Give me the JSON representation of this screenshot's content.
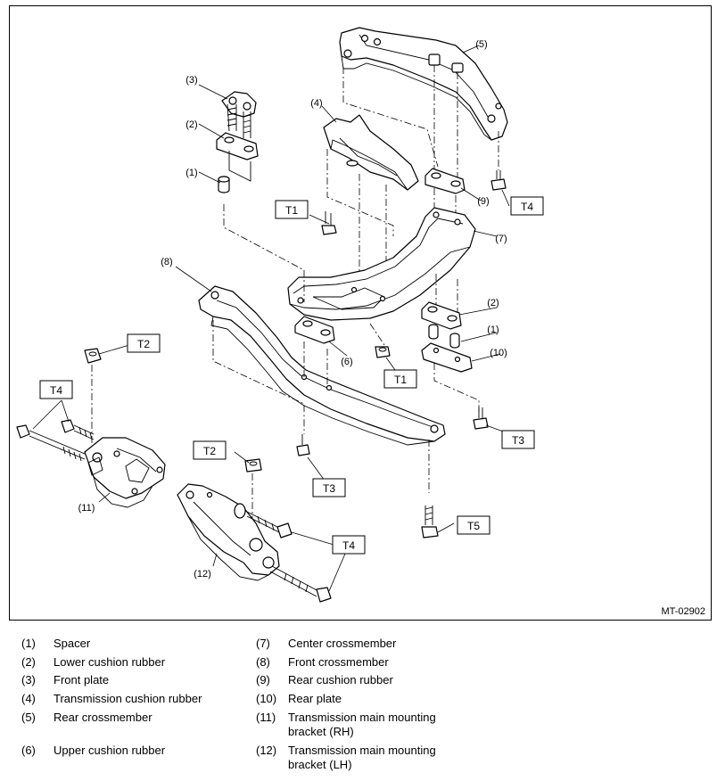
{
  "callouts": {
    "c1a": "(1)",
    "c1b": "(1)",
    "c2a": "(2)",
    "c2b": "(2)",
    "c3": "(3)",
    "c4": "(4)",
    "c5": "(5)",
    "c6": "(6)",
    "c7": "(7)",
    "c8": "(8)",
    "c9": "(9)",
    "c10": "(10)",
    "c11": "(11)",
    "c12": "(12)"
  },
  "torque_tags": {
    "t1a": "T1",
    "t1b": "T1",
    "t2a": "T2",
    "t2b": "T2",
    "t3a": "T3",
    "t3b": "T3",
    "t4a": "T4",
    "t4b": "T4",
    "t4c": "T4",
    "t5": "T5"
  },
  "drawing_id": "MT-02902",
  "legend": [
    {
      "num": "(1)",
      "text": "Spacer"
    },
    {
      "num": "(2)",
      "text": "Lower cushion rubber"
    },
    {
      "num": "(3)",
      "text": "Front plate"
    },
    {
      "num": "(4)",
      "text": "Transmission cushion rubber"
    },
    {
      "num": "(5)",
      "text": "Rear crossmember"
    },
    {
      "num": "(6)",
      "text": "Upper cushion rubber"
    },
    {
      "num": "(7)",
      "text": "Center crossmember"
    },
    {
      "num": "(8)",
      "text": "Front crossmember"
    },
    {
      "num": "(9)",
      "text": "Rear cushion rubber"
    },
    {
      "num": "(10)",
      "text": "Rear plate"
    },
    {
      "num": "(11)",
      "text": "Transmission main mounting bracket (RH)"
    },
    {
      "num": "(12)",
      "text": "Transmission main mounting bracket (LH)"
    }
  ]
}
